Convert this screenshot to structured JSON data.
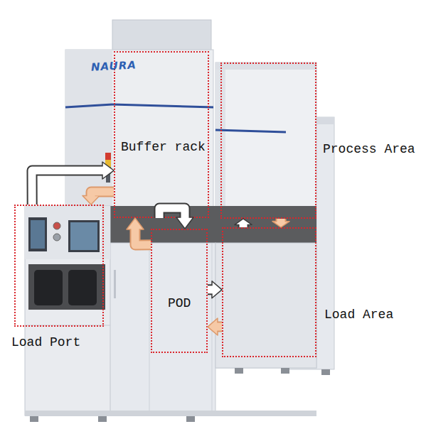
{
  "diagram": {
    "nodes": [
      {
        "text": [
          "Buffer rack"
        ]
      },
      {
        "text": [
          "Process Area"
        ]
      },
      {
        "text": [
          "Load Port"
        ]
      },
      {
        "text": [
          "POD"
        ]
      },
      {
        "text": [
          "Load Area"
        ]
      }
    ],
    "edges": [
      {
        "from": 2,
        "to": 0,
        "arrow": "to"
      },
      {
        "from": 0,
        "to": 2,
        "arrow": "to"
      },
      {
        "from": 3,
        "to": 0,
        "arrow": "to"
      },
      {
        "from": 0,
        "to": 3,
        "arrow": "to"
      },
      {
        "from": 3,
        "to": 4,
        "arrow": "to"
      },
      {
        "from": 4,
        "to": 3,
        "arrow": "to"
      },
      {
        "from": 4,
        "to": 1,
        "arrow": "to"
      },
      {
        "from": 1,
        "to": 4,
        "arrow": "to"
      }
    ],
    "labels": [
      "NAURA"
    ]
  }
}
